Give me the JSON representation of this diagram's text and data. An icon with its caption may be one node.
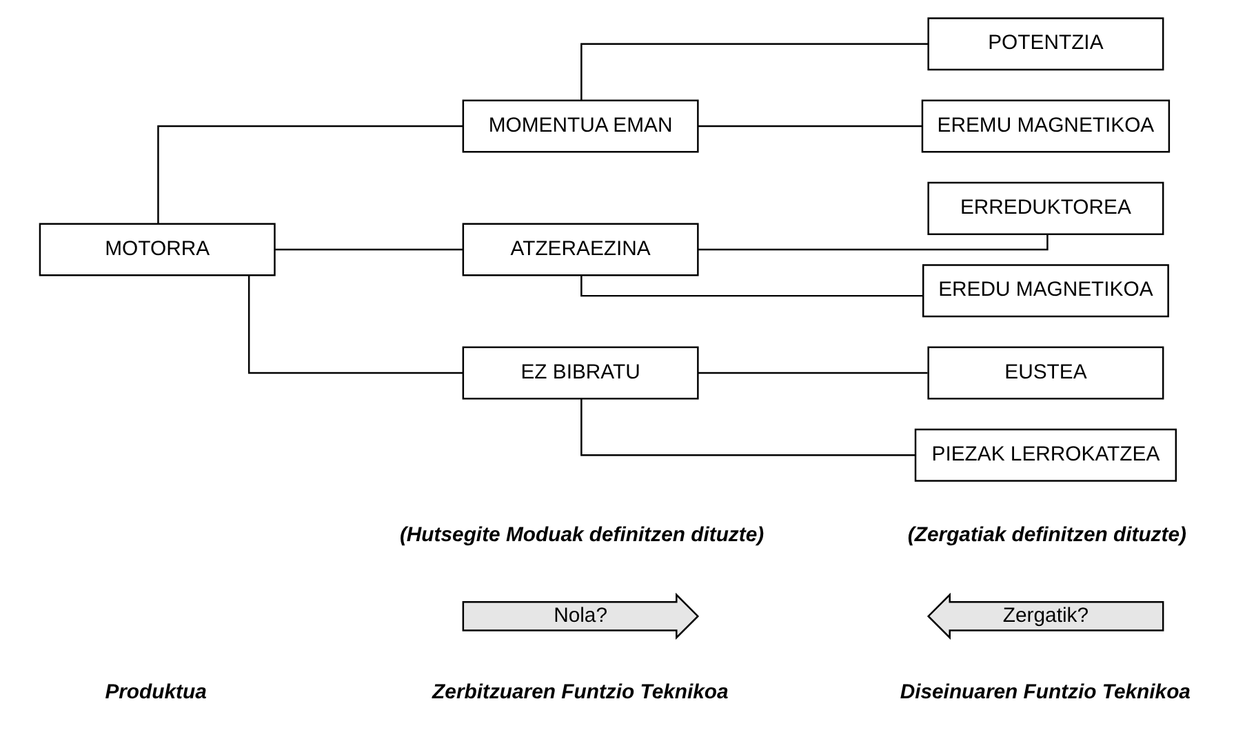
{
  "diagram": {
    "nodes": [
      {
        "text": [
          "Nola?"
        ]
      },
      {
        "text": [
          "Zergatik?"
        ]
      },
      {
        "text": [
          "MOTORRA"
        ]
      },
      {
        "text": [
          "MOMENTUA EMAN"
        ]
      },
      {
        "text": [
          "ATZERAEZINA"
        ]
      },
      {
        "text": [
          "EZ BIBRATU"
        ]
      },
      {
        "text": [
          "POTENTZIA"
        ]
      },
      {
        "text": [
          "EREMU MAGNETIKOA"
        ]
      },
      {
        "text": [
          "ERREDUKTOREA"
        ]
      },
      {
        "text": [
          "EREDU MAGNETIKOA"
        ]
      },
      {
        "text": [
          "EUSTEA"
        ]
      },
      {
        "text": [
          "PIEZAK LERROKATZEA"
        ]
      }
    ],
    "edges": [
      {
        "from": 2,
        "to": 3,
        "arrow": "none"
      },
      {
        "from": 2,
        "to": 4,
        "arrow": "none"
      },
      {
        "from": 2,
        "to": 5,
        "arrow": "none"
      },
      {
        "from": 3,
        "to": 6,
        "arrow": "none"
      },
      {
        "from": 3,
        "to": 7,
        "arrow": "none"
      },
      {
        "from": 4,
        "to": 8,
        "arrow": "none"
      },
      {
        "from": 4,
        "to": 9,
        "arrow": "none"
      },
      {
        "from": 5,
        "to": 10,
        "arrow": "none"
      },
      {
        "from": 5,
        "to": 11,
        "arrow": "none"
      }
    ],
    "labels": [
      "Produktua",
      "Zerbitzuaren Funtzio Teknikoa",
      "Diseinuaren Funtzio Teknikoa",
      "(Hutsegite Moduak definitzen dituzte)",
      "(Zergatiak definitzen dituzte)"
    ]
  }
}
